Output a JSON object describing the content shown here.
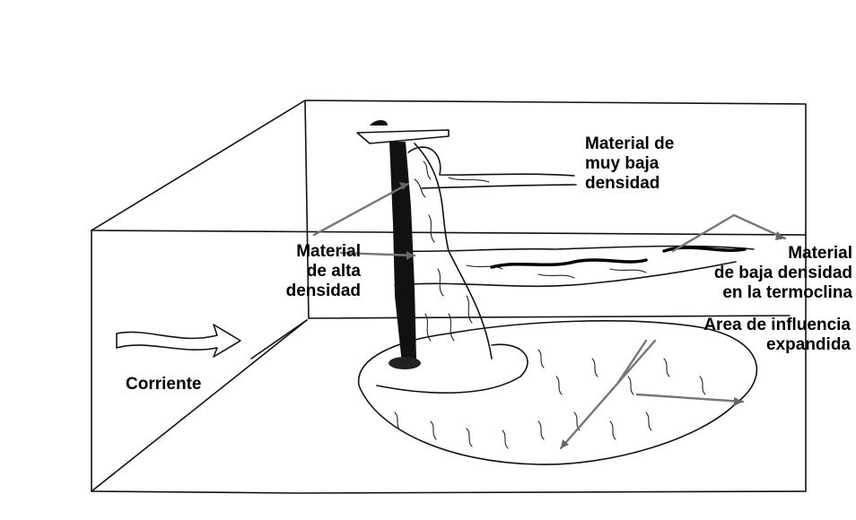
{
  "labels": {
    "very_low_density": [
      "Material de",
      "muy baja",
      "densidad"
    ],
    "high_density": [
      "Material",
      "de alta",
      "densidad"
    ],
    "low_density_thermocline": [
      "Material",
      "de baja densidad",
      "en la termoclina"
    ],
    "influence_area": [
      "Area de influencia",
      "expandida"
    ],
    "current": "Corriente"
  },
  "colors": {
    "ink": "#111111",
    "leader_arrow": "#777777",
    "background": "#ffffff"
  }
}
